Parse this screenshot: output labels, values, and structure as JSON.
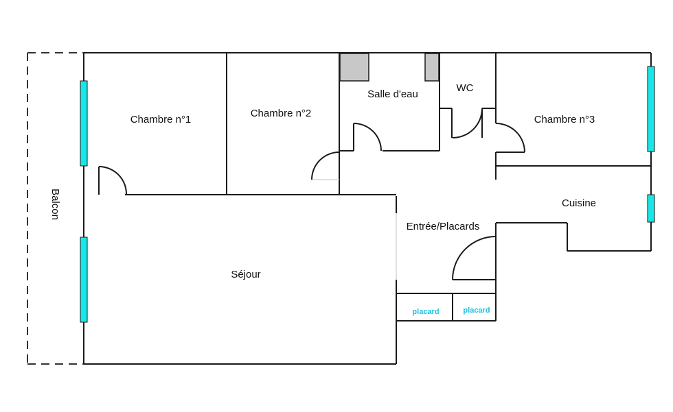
{
  "rooms": {
    "chambre1": "Chambre n°1",
    "chambre2": "Chambre n°2",
    "salle_eau": "Salle d'eau",
    "wc": "WC",
    "chambre3": "Chambre n°3",
    "cuisine": "Cuisine",
    "entree": "Entrée/Placards",
    "sejour": "Séjour",
    "balcon": "Balcon",
    "placard_left": "placard",
    "placard_right": "placard"
  },
  "colors": {
    "wall": "#1a1a1a",
    "window": "#19e6e6",
    "duct": "#c8c8c8",
    "placard_text": "#19c3e0"
  }
}
